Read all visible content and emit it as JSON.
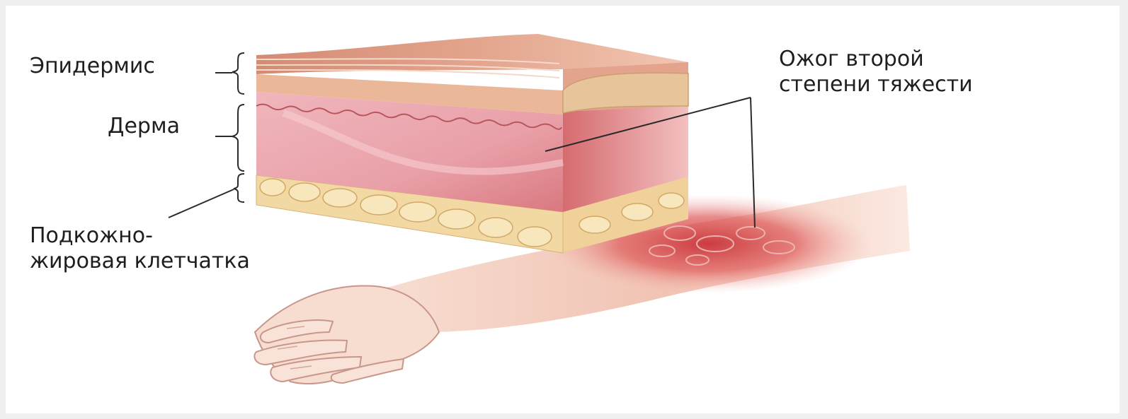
{
  "labels": {
    "epidermis": "Эпидермис",
    "dermis": "Дерма",
    "subcutaneous_line1": "Подкожно-",
    "subcutaneous_line2": "жировая клетчатка",
    "burn_line1": "Ожог второй",
    "burn_line2": "степени тяжести"
  },
  "colors": {
    "background": "#ffffff",
    "epidermis": "#e9b9a1",
    "dermis": "#e8a5ad",
    "fat": "#f2d9a4",
    "burn": "#d9534f",
    "skin": "#f6d6c8",
    "text": "#1e1e1e"
  }
}
